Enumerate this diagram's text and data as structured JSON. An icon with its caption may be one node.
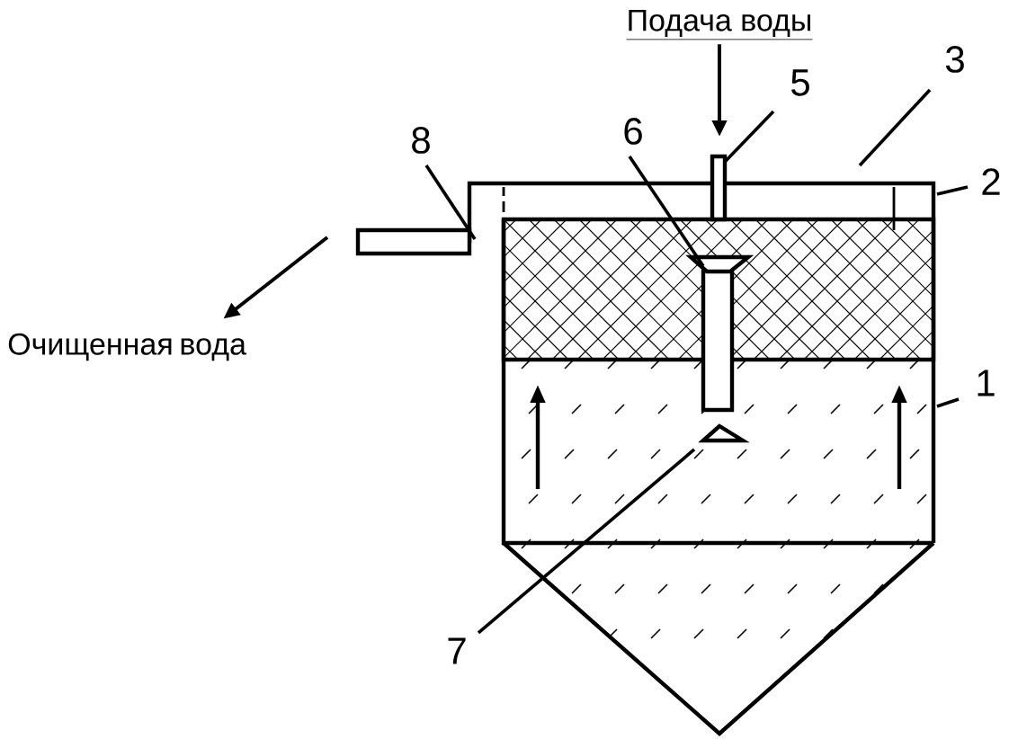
{
  "diagram": {
    "nodes": [
      {
        "text": [
          "Подача воды"
        ]
      },
      {
        "text": [
          "Очищенная вода"
        ]
      },
      {
        "text": [
          "1"
        ]
      },
      {
        "text": [
          "2"
        ]
      },
      {
        "text": [
          "3"
        ]
      },
      {
        "text": [
          "5"
        ]
      },
      {
        "text": [
          "6"
        ]
      },
      {
        "text": [
          "7"
        ]
      },
      {
        "text": [
          "8"
        ]
      }
    ],
    "edges": [
      {
        "from": 0,
        "to": null,
        "arrow": "to"
      },
      {
        "from": null,
        "to": 1,
        "arrow": "to"
      },
      {
        "from": 2,
        "to": null,
        "arrow": "none"
      },
      {
        "from": 3,
        "to": null,
        "arrow": "none"
      },
      {
        "from": 4,
        "to": null,
        "arrow": "none"
      },
      {
        "from": 5,
        "to": null,
        "arrow": "none"
      },
      {
        "from": 6,
        "to": null,
        "arrow": "none"
      },
      {
        "from": 7,
        "to": null,
        "arrow": "none"
      },
      {
        "from": 8,
        "to": null,
        "arrow": "none"
      }
    ]
  }
}
